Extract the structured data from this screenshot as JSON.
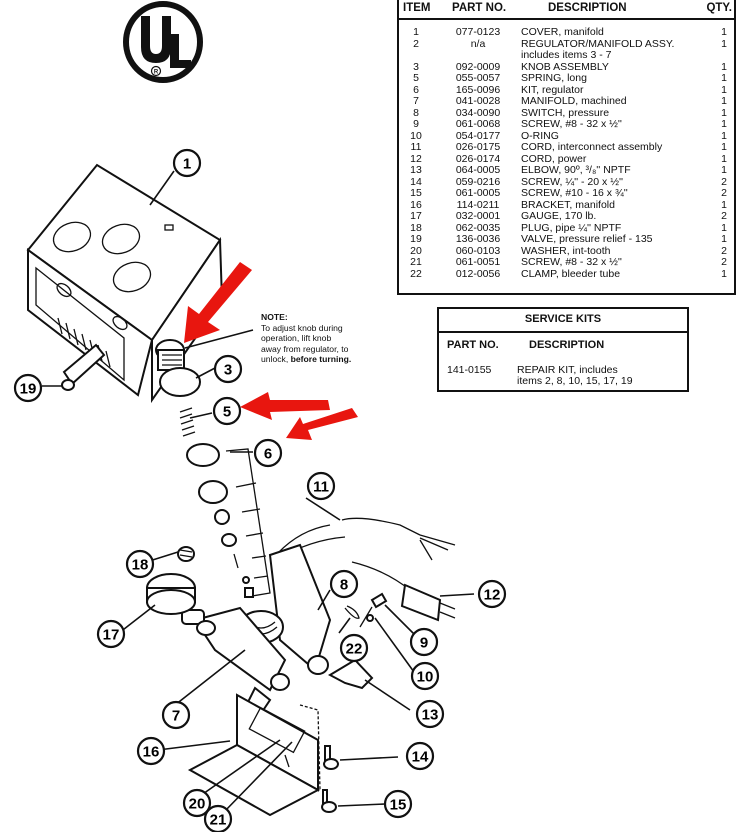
{
  "logo": {
    "letters": "UL",
    "mark": "®"
  },
  "parts_table": {
    "headers": {
      "item": "ITEM",
      "part_no": "PART NO.",
      "description": "DESCRIPTION",
      "qty": "QTY."
    },
    "rows": [
      {
        "item": "1",
        "part_no": "077-0123",
        "description": "COVER, manifold",
        "qty": "1"
      },
      {
        "item": "2",
        "part_no": "n/a",
        "description": "REGULATOR/MANIFOLD ASSY.",
        "qty": "1"
      },
      {
        "item": "",
        "part_no": "",
        "description": "includes items 3 - 7",
        "qty": ""
      },
      {
        "item": "3",
        "part_no": "092-0009",
        "description": "KNOB ASSEMBLY",
        "qty": "1"
      },
      {
        "item": "5",
        "part_no": "055-0057",
        "description": "SPRING, long",
        "qty": "1"
      },
      {
        "item": "6",
        "part_no": "165-0096",
        "description": "KIT, regulator",
        "qty": "1"
      },
      {
        "item": "7",
        "part_no": "041-0028",
        "description": "MANIFOLD, machined",
        "qty": "1"
      },
      {
        "item": "8",
        "part_no": "034-0090",
        "description": "SWITCH, pressure",
        "qty": "1"
      },
      {
        "item": "9",
        "part_no": "061-0068",
        "description": "SCREW, #8 - 32 x ½''",
        "qty": "1"
      },
      {
        "item": "10",
        "part_no": "054-0177",
        "description": "O-RING",
        "qty": "1"
      },
      {
        "item": "11",
        "part_no": "026-0175",
        "description": "CORD, interconnect assembly",
        "qty": "1"
      },
      {
        "item": "12",
        "part_no": "026-0174",
        "description": "CORD, power",
        "qty": "1"
      },
      {
        "item": "13",
        "part_no": "064-0005",
        "description": "ELBOW, 90º, ³/₈'' NPTF",
        "qty": "1"
      },
      {
        "item": "14",
        "part_no": "059-0216",
        "description": "SCREW, ¼'' - 20 x ½''",
        "qty": "2"
      },
      {
        "item": "15",
        "part_no": "061-0005",
        "description": "SCREW, #10 - 16 x ¾''",
        "qty": "2"
      },
      {
        "item": "16",
        "part_no": "114-0211",
        "description": "BRACKET, manifold",
        "qty": "1"
      },
      {
        "item": "17",
        "part_no": "032-0001",
        "description": "GAUGE, 170 lb.",
        "qty": "2"
      },
      {
        "item": "18",
        "part_no": "062-0035",
        "description": "PLUG, pipe ¼'' NPTF",
        "qty": "1"
      },
      {
        "item": "19",
        "part_no": "136-0036",
        "description": "VALVE, pressure relief - 135",
        "qty": "1"
      },
      {
        "item": "20",
        "part_no": "060-0103",
        "description": "WASHER, int-tooth",
        "qty": "2"
      },
      {
        "item": "21",
        "part_no": "061-0051",
        "description": "SCREW, #8 - 32 x ½''",
        "qty": "2"
      },
      {
        "item": "22",
        "part_no": "012-0056",
        "description": "CLAMP, bleeder tube",
        "qty": "1"
      }
    ]
  },
  "service_kits": {
    "title": "SERVICE KITS",
    "headers": {
      "part_no": "PART NO.",
      "description": "DESCRIPTION"
    },
    "rows": [
      {
        "part_no": "141-0155",
        "description_line1": "REPAIR KIT, includes",
        "description_line2": "items 2, 8, 10, 15, 17, 19"
      }
    ]
  },
  "note": {
    "title": "NOTE:",
    "line1": "To adjust knob during",
    "line2": "operation, lift knob",
    "line3": "away from regulator, to",
    "line4_start": "unlock, ",
    "line4_bold": "before turning."
  },
  "callouts": [
    "1",
    "3",
    "5",
    "6",
    "7",
    "8",
    "9",
    "10",
    "11",
    "12",
    "13",
    "14",
    "15",
    "16",
    "17",
    "18",
    "19",
    "20",
    "21",
    "22"
  ],
  "colors": {
    "arrow": "#e8160f",
    "ink": "#111111"
  }
}
